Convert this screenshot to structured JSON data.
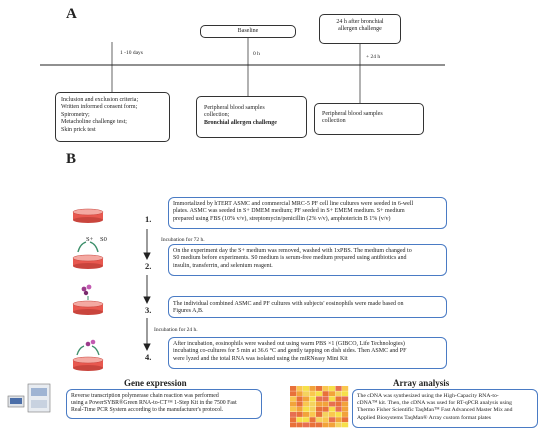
{
  "panelA": {
    "label": "A",
    "timeline_labels": {
      "days": "1 -10 days",
      "zero": "0 h",
      "plus24": "+ 24 h"
    },
    "baseline_label": "Baseline",
    "challenge24_lines": [
      "24 h after bronchial",
      "allergen challenge"
    ],
    "box1_lines": [
      "Inclusion and exclusion criteria;",
      "Written informed consent form;",
      "Spirometry;",
      "Metacholine challenge test;",
      "Skin prick test"
    ],
    "box2_lines": [
      "Peripheral blood samples",
      "collection;"
    ],
    "box2_bold": "Bronchial allergen challenge",
    "box3_lines": [
      "Peripheral blood samples",
      "collection"
    ]
  },
  "panelB": {
    "label": "B",
    "steps": [
      {
        "number": "1.",
        "lines": [
          "Immortalized by hTERT ASMC and commercial MRC-5 PF cell line cultures were seeded in 6-well",
          "plates. ASMC was seeded in S+ DMEM medium; PF seeded in S+ EMEM medium. S+ medium",
          "prepared using FBS (10% v/v), streptomycin/penicillin (2% v/v), amphotericin B 1% (v/v)"
        ]
      },
      {
        "number": "2.",
        "lines": [
          "On the experiment day the S+ medium was removed, washed with 1xPBS. The medium changed to",
          "S0 medium before experiments. S0 medium is serum-free medium prepared using antibiotics and",
          "insulin, transferrin, and selenium reagent."
        ]
      },
      {
        "number": "3.",
        "lines": [
          "The individual combined ASMC and PF cultures with subjects' eosinophils were made based on",
          "Figures A,B."
        ]
      },
      {
        "number": "4.",
        "lines": [
          "After incubation, eosinophils were washed out using warm PBS ×1 (GIBCO, Life Technologies)",
          "incubating co-cultures for 5 min at 36.6 °C and gently tapping on dish sides. Then ASMC and PF",
          "were lyzed and the total RNA was isolated using the miRNeasy Mini Kit"
        ]
      }
    ],
    "incubation_72": "Incubation for 72 h.",
    "incubation_24": "Incubation for 24 h.",
    "dish_labels": {
      "s_plus": "S+",
      "s_zero": "S0"
    },
    "gene_expression": {
      "title": "Gene expression",
      "lines": [
        "Reverse transcription polymerase chain reaction was performed",
        "using a PowerSYBR®Green RNA-to-CT™ 1-Step Kit in the 7500 Fast",
        "Real-Time PCR System according to the manufacturer's protocol."
      ]
    },
    "array_analysis": {
      "title": "Array analysis",
      "lines": [
        "The cDNA was synthesized using the High-Capacity RNA-to-",
        "cDNA™ kit. Then, the cDNA was used for RT-qPCR analysis using",
        "Thermo Fisher Scientific TaqMan™ Fast Advanced Master Mix and",
        "Applied Biosystems TaqMan® Array custom format plates"
      ]
    }
  },
  "colors": {
    "box_border_blue": "#4a7bc4",
    "dish_red": "#e8584f",
    "eosinophil_purple": "#9b3c8c",
    "heatmap_orange": "#f2a33a",
    "heatmap_yellow": "#f6e04a"
  }
}
